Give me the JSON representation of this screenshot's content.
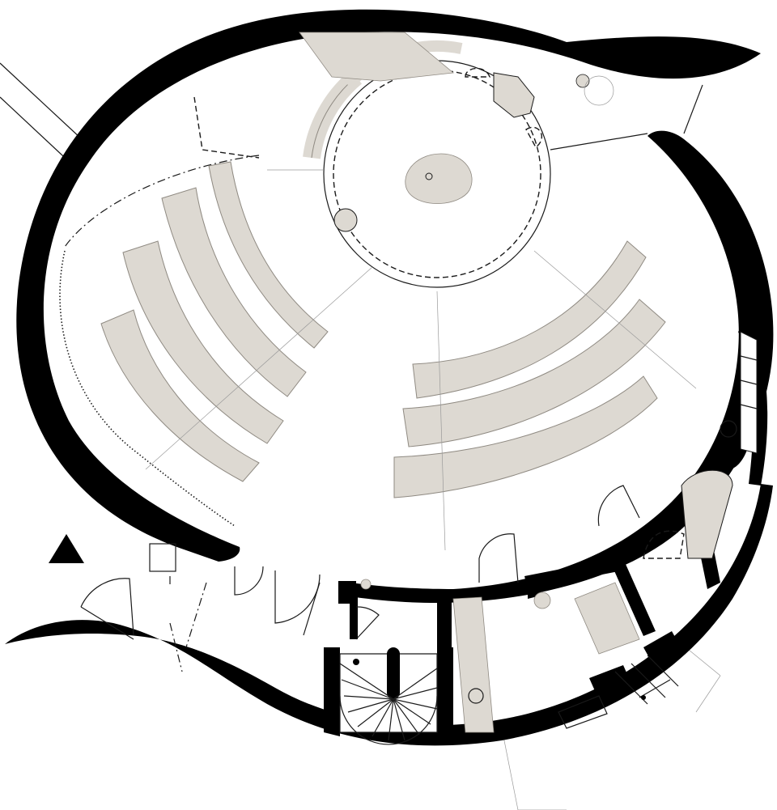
{
  "colors": {
    "wall": "#000000",
    "furniture_fill": "#ddd9d2",
    "furniture_edge": "#8f8a82",
    "line": "#1a1a1a",
    "background": "#ffffff"
  },
  "icons": {
    "north_marker": "north-arrow-triangle-icon"
  },
  "drawing": {
    "type": "architectural-floor-plan",
    "pew_groups": 2,
    "pews_left_group": 4,
    "pews_right_group": 3,
    "spiral_stair": true
  }
}
